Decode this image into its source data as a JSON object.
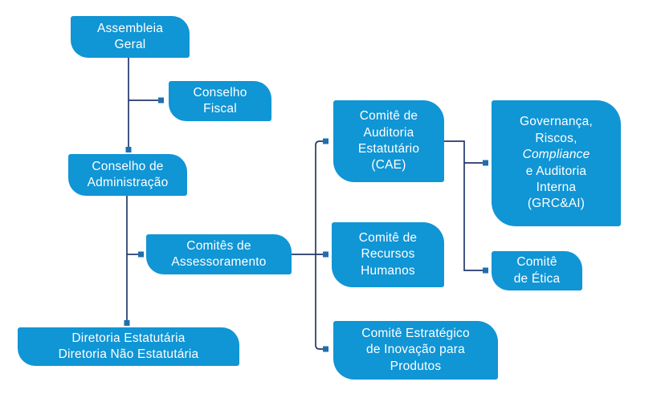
{
  "colors": {
    "node_fill": "#1095d5",
    "node_text": "#ffffff",
    "connector": "#24386b",
    "marker": "#1e6fae",
    "background": "#ffffff"
  },
  "nodes": {
    "assembleia_geral": {
      "label": "Assembleia\nGeral"
    },
    "conselho_fiscal": {
      "label": "Conselho\nFiscal"
    },
    "conselho_administracao": {
      "label": "Conselho de\nAdministração"
    },
    "diretoria": {
      "label": "Diretoria Estatutária\nDiretoria Não Estatutária"
    },
    "comites_assessoramento": {
      "label": "Comitês de\nAssessoramento"
    },
    "comite_auditoria": {
      "label": "Comitê de\nAuditoria\nEstatutário\n(CAE)"
    },
    "comite_rh": {
      "label": "Comitê de\nRecursos\nHumanos"
    },
    "comite_inovacao": {
      "label": "Comitê Estratégico\nde Inovação para\nProdutos"
    },
    "grcai": {
      "part1": "Governança,\nRiscos,\n",
      "compliance_italic": "Compliance",
      "part2": "\ne Auditoria\nInterna\n(GRC&AI)"
    },
    "comite_etica": {
      "label": "Comitê\nde Ética"
    }
  }
}
